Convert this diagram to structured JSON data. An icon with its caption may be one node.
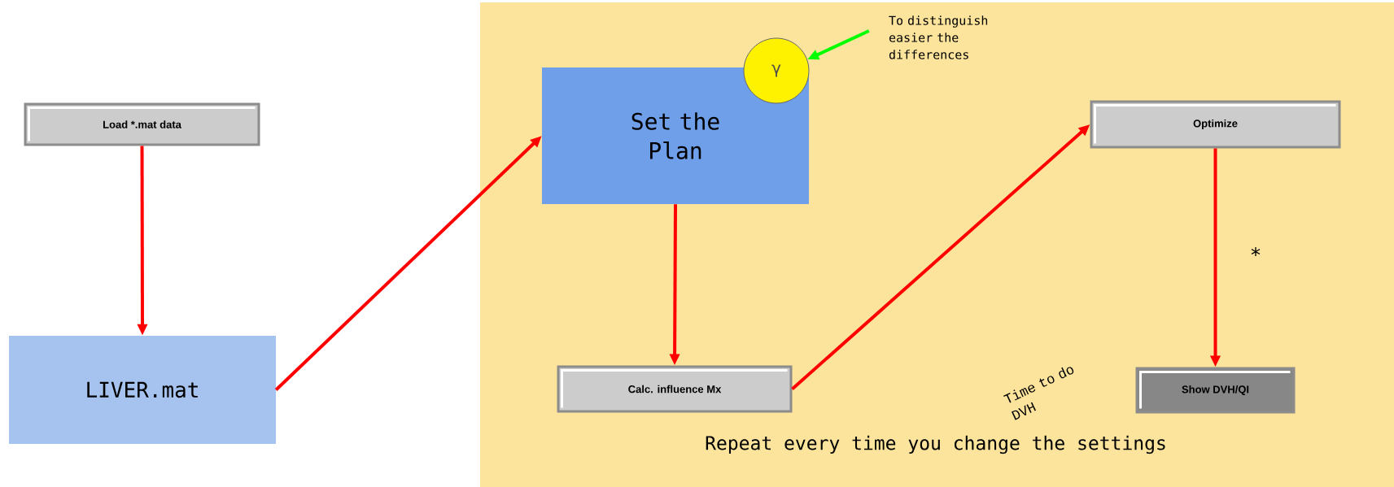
{
  "diagram": {
    "nodes": [
      {
        "text": [
          "Load *.mat data"
        ]
      },
      {
        "text": [
          "LIVER.mat"
        ]
      },
      {
        "text": [
          "Repeat every time you change the settings"
        ]
      },
      {
        "text": [
          "Set the Plan"
        ],
        "in": 2
      },
      {
        "text": [
          "γ"
        ],
        "in": 2
      },
      {
        "text": [
          "To distinguish easier the differences"
        ],
        "in": 2
      },
      {
        "text": [
          "Optimize"
        ],
        "in": 2
      },
      {
        "text": [
          "Calc. influence Mx"
        ],
        "in": 2
      },
      {
        "text": [
          "Show DVH/QI"
        ],
        "in": 2
      }
    ],
    "edges": [
      {
        "from": 0,
        "to": 1,
        "arrow": "to"
      },
      {
        "from": 1,
        "to": 3,
        "arrow": "to"
      },
      {
        "from": 3,
        "to": 7,
        "arrow": "to"
      },
      {
        "from": 7,
        "to": 6,
        "arrow": "to"
      },
      {
        "from": 6,
        "to": 8,
        "arrow": "to"
      },
      {
        "from": 5,
        "to": 4,
        "arrow": "to",
        "color": "#00ff00"
      }
    ],
    "labels": [
      "*",
      "Time to do DVH"
    ]
  }
}
